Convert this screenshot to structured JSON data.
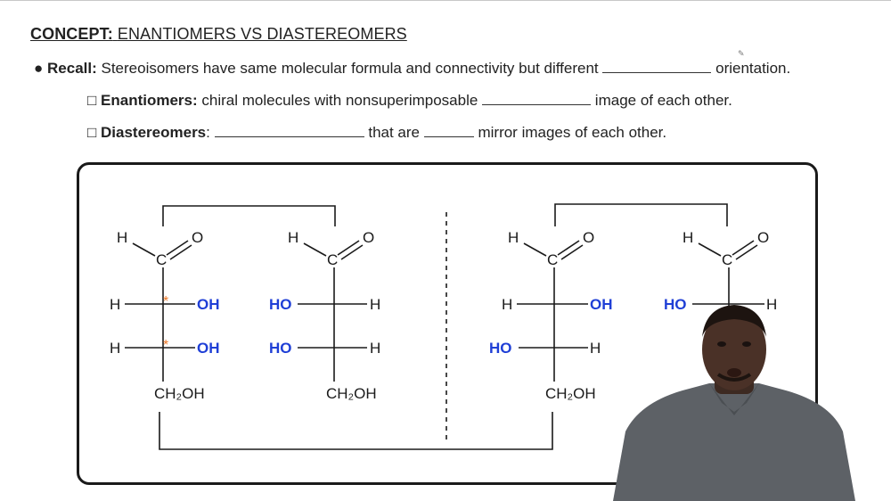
{
  "header": {
    "concept_label": "CONCEPT:",
    "concept_title": "ENANTIOMERS VS DIASTEREOMERS"
  },
  "recall": {
    "bullet": "●",
    "label": "Recall:",
    "text": "Stereoisomers have same molecular formula and connectivity but different",
    "after_blank": "orientation."
  },
  "enantiomers": {
    "checkbox": "□",
    "label": "Enantiomers:",
    "text": "chiral molecules with nonsuperimposable",
    "after_blank": "image of each other."
  },
  "diastereomers": {
    "checkbox": "□",
    "label": "Diastereomers",
    "colon": ":",
    "mid_text": "that are",
    "after_blank": "mirror images of each other."
  },
  "molecules": {
    "atom_H": "H",
    "atom_C": "C",
    "atom_O": "O",
    "group_OH": "OH",
    "group_HO": "HO",
    "star": "*",
    "ch2oh": "CH₂OH"
  },
  "colors": {
    "blue_group": "#1f3fd6",
    "star": "#ee7a2a",
    "ink": "#1a1a1a"
  }
}
